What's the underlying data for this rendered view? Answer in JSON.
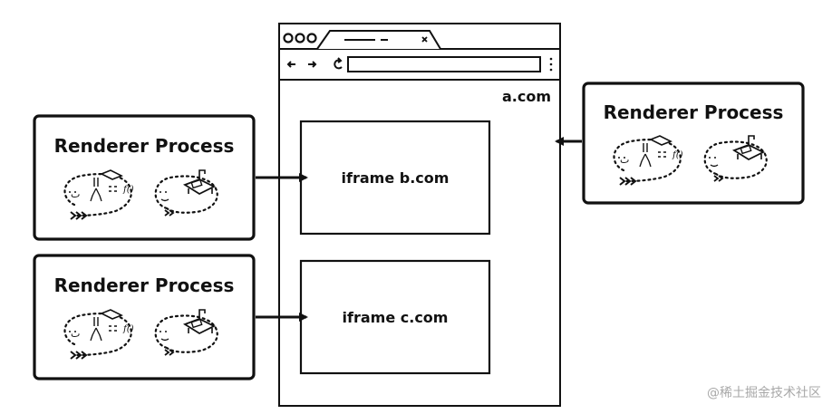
{
  "browser": {
    "origin_label": "a.com",
    "iframes": [
      {
        "label": "iframe b.com"
      },
      {
        "label": "iframe c.com"
      }
    ]
  },
  "renderer_processes": [
    {
      "title": "Renderer Process"
    },
    {
      "title": "Renderer Process"
    },
    {
      "title": "Renderer Process"
    }
  ],
  "watermark": "@稀土掘金技术社区"
}
